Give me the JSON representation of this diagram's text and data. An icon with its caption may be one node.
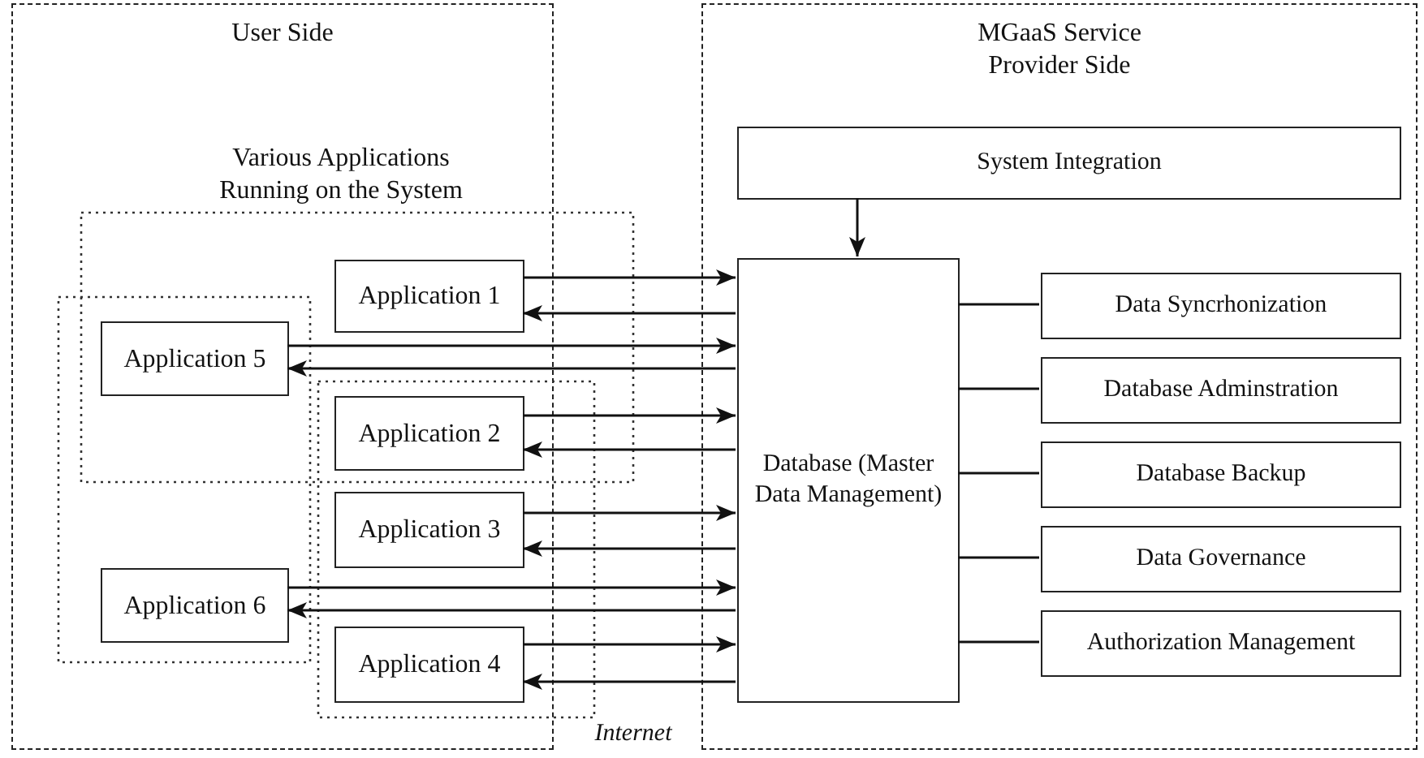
{
  "diagram": {
    "nodes": [
      {
        "text": [
          "User Side"
        ]
      },
      {
        "text": [
          "MGaaS Service Provider Side"
        ]
      },
      {
        "text": [
          "System Integration"
        ],
        "in": 1
      },
      {
        "text": [
          "Database (Master Data Management)"
        ],
        "in": 1
      },
      {
        "text": [
          "Data Syncrhonization"
        ],
        "in": 1
      },
      {
        "text": [
          "Database Adminstration"
        ],
        "in": 1
      },
      {
        "text": [
          "Database Backup"
        ],
        "in": 1
      },
      {
        "text": [
          "Data Governance"
        ],
        "in": 1
      },
      {
        "text": [
          "Authorization Management"
        ],
        "in": 1
      },
      {
        "text": [
          "Application 1"
        ],
        "in": 0
      },
      {
        "text": [
          "Application 5"
        ],
        "in": 0
      },
      {
        "text": [
          "Application 2"
        ],
        "in": 0
      },
      {
        "text": [
          "Application 3"
        ],
        "in": 0
      },
      {
        "text": [
          "Application 6"
        ],
        "in": 0
      },
      {
        "text": [
          "Application 4"
        ],
        "in": 0
      }
    ],
    "edges": [
      {
        "from": 2,
        "to": 3,
        "arrow": "to"
      },
      {
        "from": 3,
        "to": 4,
        "arrow": "none"
      },
      {
        "from": 3,
        "to": 5,
        "arrow": "none"
      },
      {
        "from": 3,
        "to": 6,
        "arrow": "none"
      },
      {
        "from": 3,
        "to": 7,
        "arrow": "none"
      },
      {
        "from": 3,
        "to": 8,
        "arrow": "none"
      },
      {
        "from": 9,
        "to": 3,
        "arrow": "to"
      },
      {
        "from": 3,
        "to": 9,
        "arrow": "to"
      },
      {
        "from": 10,
        "to": 3,
        "arrow": "to"
      },
      {
        "from": 3,
        "to": 10,
        "arrow": "to"
      },
      {
        "from": 11,
        "to": 3,
        "arrow": "to"
      },
      {
        "from": 3,
        "to": 11,
        "arrow": "to"
      },
      {
        "from": 12,
        "to": 3,
        "arrow": "to"
      },
      {
        "from": 3,
        "to": 12,
        "arrow": "to"
      },
      {
        "from": 13,
        "to": 3,
        "arrow": "to"
      },
      {
        "from": 3,
        "to": 13,
        "arrow": "to"
      },
      {
        "from": 14,
        "to": 3,
        "arrow": "to"
      },
      {
        "from": 3,
        "to": 14,
        "arrow": "to"
      }
    ],
    "labels": [
      "Various Applications Running on the System",
      "Internet"
    ]
  }
}
